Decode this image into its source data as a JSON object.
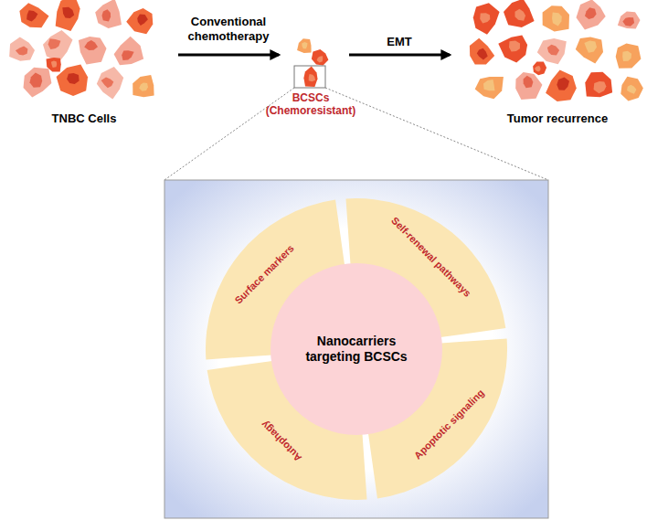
{
  "diagram": {
    "nodes": [
      {
        "text": [
          "Nanocarriers targeting BCSCs"
        ]
      },
      {
        "text": [
          "Surface markers"
        ]
      },
      {
        "text": [
          "Self-renewal pathways"
        ]
      },
      {
        "text": [
          "Apoptotic signaling"
        ]
      },
      {
        "text": [
          "Autophagy"
        ]
      }
    ],
    "labels": [
      "TNBC Cells",
      "Conventional chemotherapy",
      "BCSCs (Chemoresistant)",
      "EMT",
      "Tumor recurrence"
    ]
  }
}
